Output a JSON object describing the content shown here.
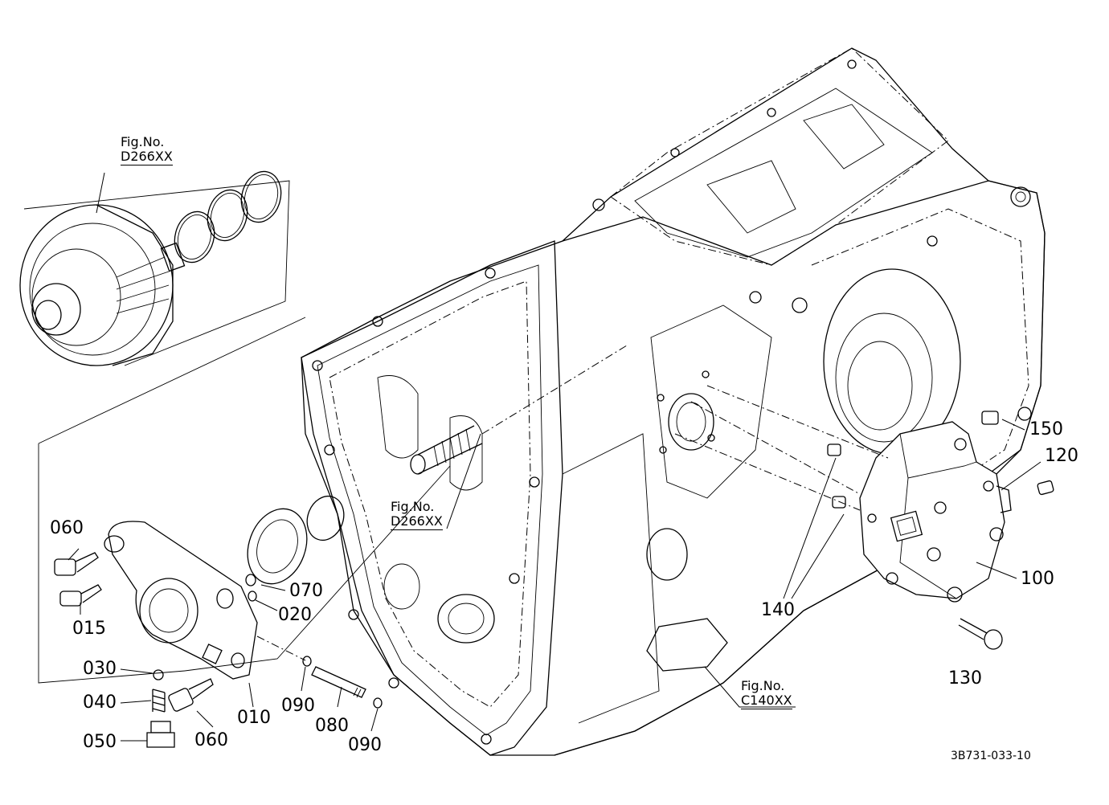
{
  "part_labels": {
    "p010": "010",
    "p015": "015",
    "p020": "020",
    "p030": "030",
    "p040": "040",
    "p050": "050",
    "p060a": "060",
    "p060b": "060",
    "p070": "070",
    "p080": "080",
    "p090a": "090",
    "p090b": "090",
    "p100": "100",
    "p120": "120",
    "p130": "130",
    "p140": "140",
    "p150": "150"
  },
  "figure_refs": {
    "top_left": {
      "prefix": "Fig.No.",
      "ref": "D266XX"
    },
    "center": {
      "prefix": "Fig.No.",
      "ref": "D266XX"
    },
    "bottom": {
      "prefix": "Fig.No.",
      "ref": "C140XX"
    }
  },
  "doc_id": "3B731-033-10"
}
